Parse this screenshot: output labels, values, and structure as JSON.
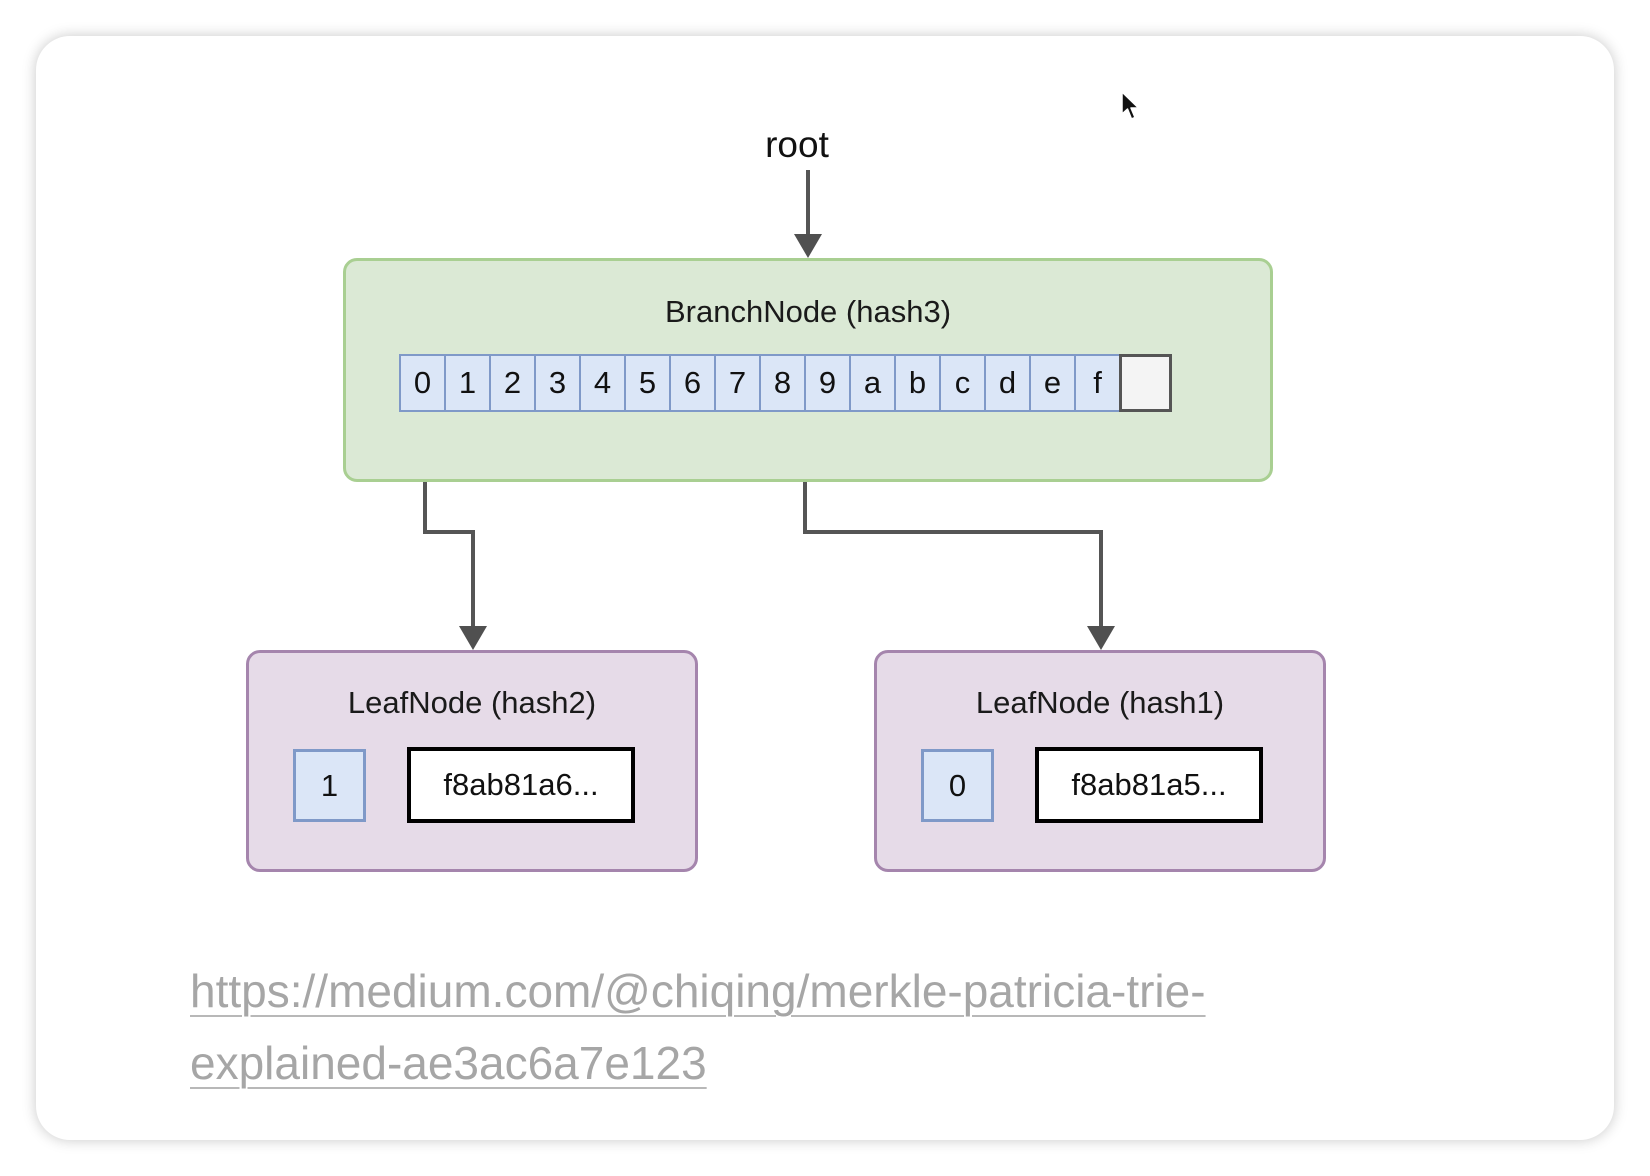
{
  "diagram": {
    "root_label": "root",
    "branch_node": {
      "title": "BranchNode (hash3)",
      "slots": [
        "0",
        "1",
        "2",
        "3",
        "4",
        "5",
        "6",
        "7",
        "8",
        "9",
        "a",
        "b",
        "c",
        "d",
        "e",
        "f"
      ],
      "value_slot": ""
    },
    "leaf_nodes": [
      {
        "title": "LeafNode (hash2)",
        "key": "1",
        "value": "f8ab81a6..."
      },
      {
        "title": "LeafNode (hash1)",
        "key": "0",
        "value": "f8ab81a5..."
      }
    ],
    "edges": [
      {
        "from": "root",
        "to": "BranchNode (hash3)"
      },
      {
        "from": "slot 0",
        "to": "LeafNode (hash2)"
      },
      {
        "from": "slot 8",
        "to": "LeafNode (hash1)"
      }
    ]
  },
  "link": {
    "line1": "https://medium.com/@chiqing/merkle-patricia-trie-",
    "line2": "explained-ae3ac6a7e123"
  },
  "colors": {
    "branch_fill": "#dbe9d5",
    "branch_border": "#a9cf92",
    "leaf_fill": "#e6dbe8",
    "leaf_border": "#a585ad",
    "slot_fill": "#dbe6f7",
    "slot_border": "#7f99c8",
    "link_text": "#a6a6a6"
  }
}
